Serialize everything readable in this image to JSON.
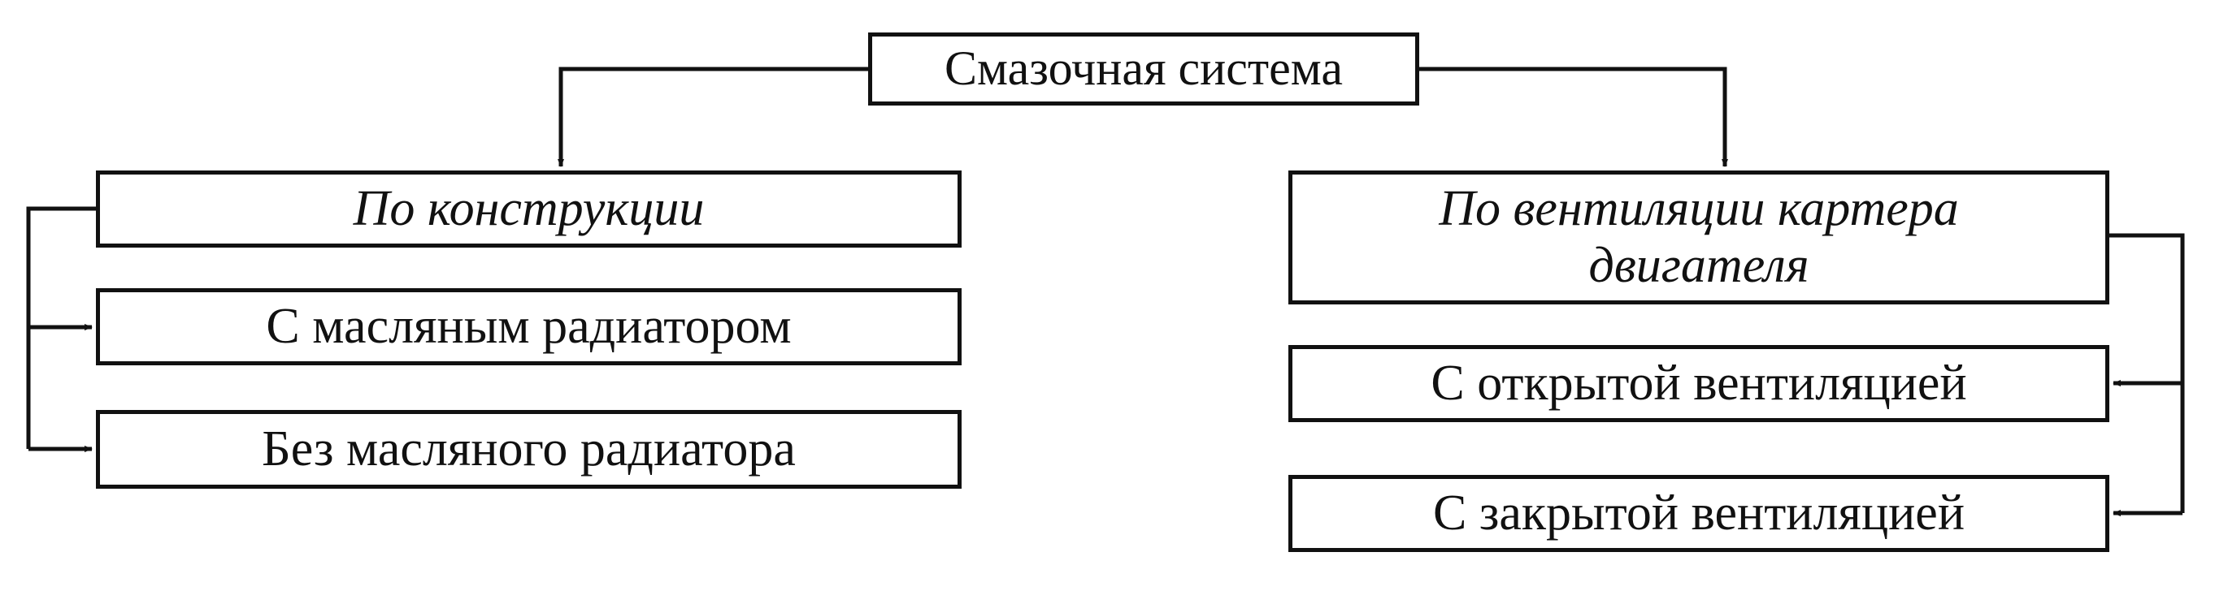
{
  "diagram": {
    "root": {
      "label": "Смазочная система"
    },
    "left": {
      "category": "По конструкции",
      "items": [
        "С масляным радиатором",
        "Без масляного радиатора"
      ]
    },
    "right": {
      "category_line1": "По вентиляции картера",
      "category_line2": "двигателя",
      "items": [
        "С открытой вентиляцией",
        "С закрытой вентиляцией"
      ]
    }
  }
}
